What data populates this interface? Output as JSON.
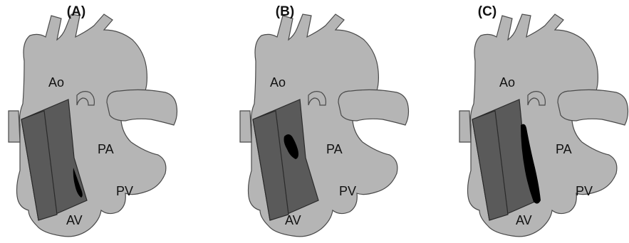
{
  "panels": [
    {
      "label": "(A)",
      "ao": "Ao",
      "pa": "PA",
      "pv": "PV",
      "av": "AV"
    },
    {
      "label": "(B)",
      "ao": "Ao",
      "pa": "PA",
      "pv": "PV",
      "av": "AV"
    },
    {
      "label": "(C)",
      "ao": "Ao",
      "pa": "PA",
      "pv": "PV",
      "av": "AV"
    }
  ],
  "colors": {
    "heart_fill": "#b5b5b5",
    "heart_stroke": "#4a4a4a",
    "patch_fill": "#5a5a5a",
    "patch_stroke": "#2a2a2a",
    "lesion_fill": "#000000"
  }
}
